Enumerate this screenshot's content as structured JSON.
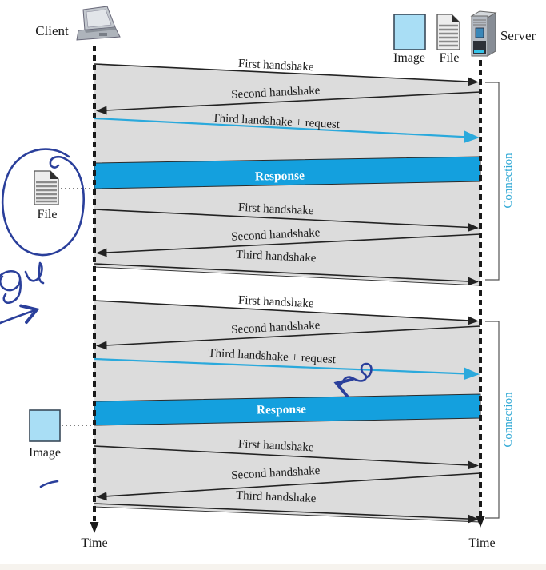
{
  "figure": {
    "client_label": "Client",
    "server_label": "Server",
    "legend": {
      "image_label": "Image",
      "file_label": "File"
    },
    "time_left": "Time",
    "time_right": "Time"
  },
  "connections": [
    {
      "side_icon": "file-document",
      "side_icon_label": "File",
      "open_arrows": [
        "First handshake",
        "Second handshake",
        "Third handshake + request"
      ],
      "response_label": "Response",
      "close_arrows": [
        "First handshake",
        "Second handshake",
        "Third handshake"
      ],
      "bracket_label": "Connection"
    },
    {
      "side_icon": "image-square",
      "side_icon_label": "Image",
      "open_arrows": [
        "First handshake",
        "Second handshake",
        "Third handshake + request"
      ],
      "response_label": "Response",
      "close_arrows": [
        "First handshake",
        "Second handshake",
        "Third handshake"
      ],
      "bracket_label": "Connection"
    }
  ],
  "annotations": {
    "pen_items": [
      "circle-around-file-icon",
      "handwritten-scribble-left-margin",
      "arrow-stroke-left-margin",
      "squiggle-under-request-arrow",
      "dash-under-image-label"
    ]
  },
  "colors": {
    "band_gray": "#dcdcdc",
    "response_blue": "#14a0de",
    "cyan_arrow": "#2aa9dc",
    "connection_text": "#2ea8d5",
    "image_fill": "#a9def5",
    "pen_blue": "#2a3f9b"
  }
}
